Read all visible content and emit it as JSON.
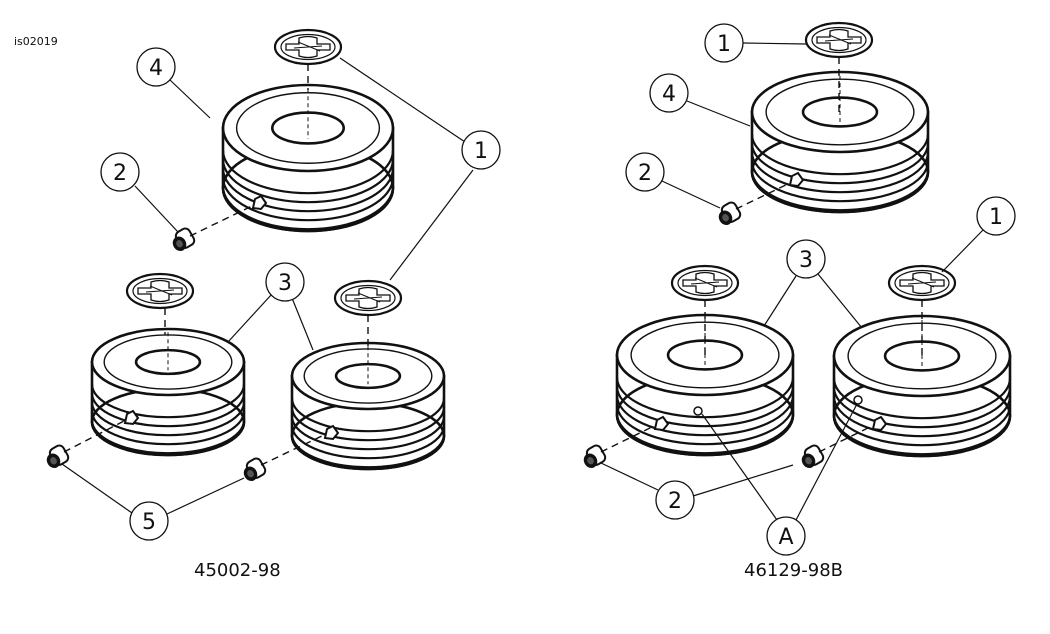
{
  "illustration_id": "is02019",
  "left_kit": {
    "part_number": "45002-98",
    "callouts": [
      "4",
      "2",
      "1",
      "3",
      "5"
    ]
  },
  "right_kit": {
    "part_number": "46129-98B",
    "callouts": [
      "1",
      "4",
      "2",
      "1",
      "3",
      "2",
      "A"
    ]
  },
  "colors": {
    "line": "#111111",
    "background": "#ffffff"
  }
}
